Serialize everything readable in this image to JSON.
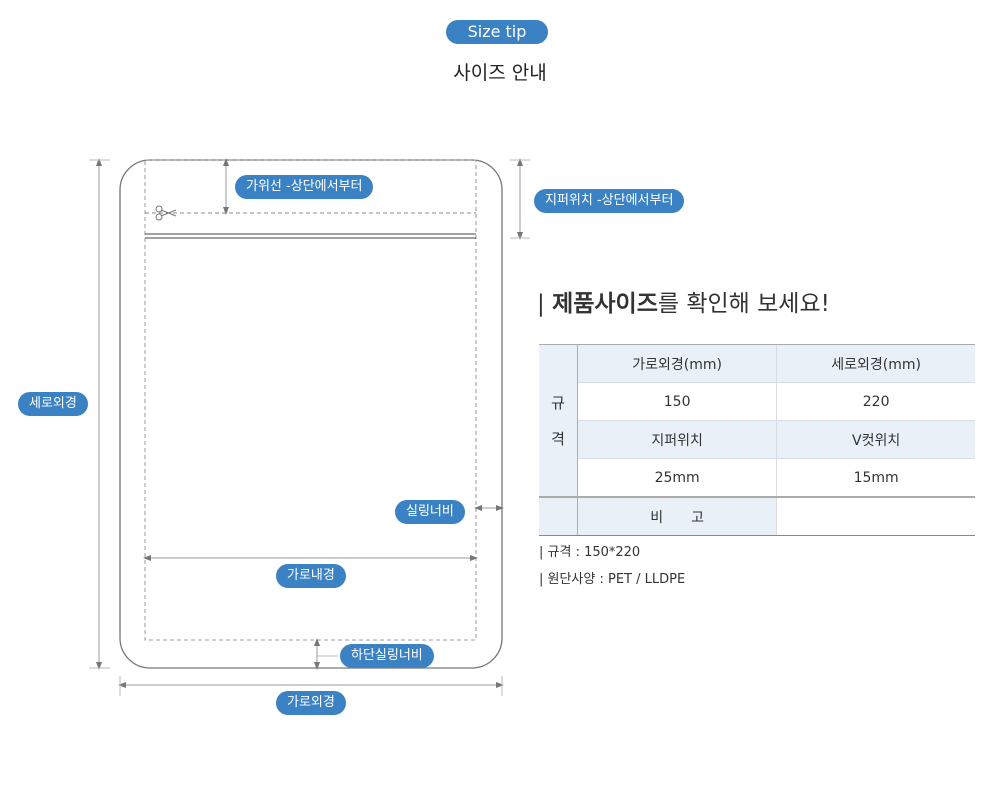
{
  "header": {
    "badge": "Size tip",
    "title": "사이즈 안내"
  },
  "labels": {
    "cut": "가위선 -상단에서부터",
    "zipper": "지퍼위치 -상단에서부터",
    "height": "세로외경",
    "seal": "실링너비",
    "inner_width": "가로내경",
    "bottom_seal": "하단실링너비",
    "outer_width": "가로외경"
  },
  "heading": {
    "bold": "제품사이즈",
    "rest": "를 확인해 보세요!"
  },
  "table": {
    "side_label_1": "규",
    "side_label_2": "격",
    "col1_header": "가로외경(mm)",
    "col2_header": "세로외경(mm)",
    "col1_value": "150",
    "col2_value": "220",
    "col1_header2": "지퍼위치",
    "col2_header2": "V컷위치",
    "col1_value2": "25mm",
    "col2_value2": "15mm",
    "remarks_label": "비　　고",
    "remarks_value": ""
  },
  "notes": [
    "|  규격 : 150*220",
    "| 원단사양 : PET / LLDPE"
  ],
  "colors": {
    "accent": "#3b82c4",
    "table_header": "#eaf0f8"
  }
}
